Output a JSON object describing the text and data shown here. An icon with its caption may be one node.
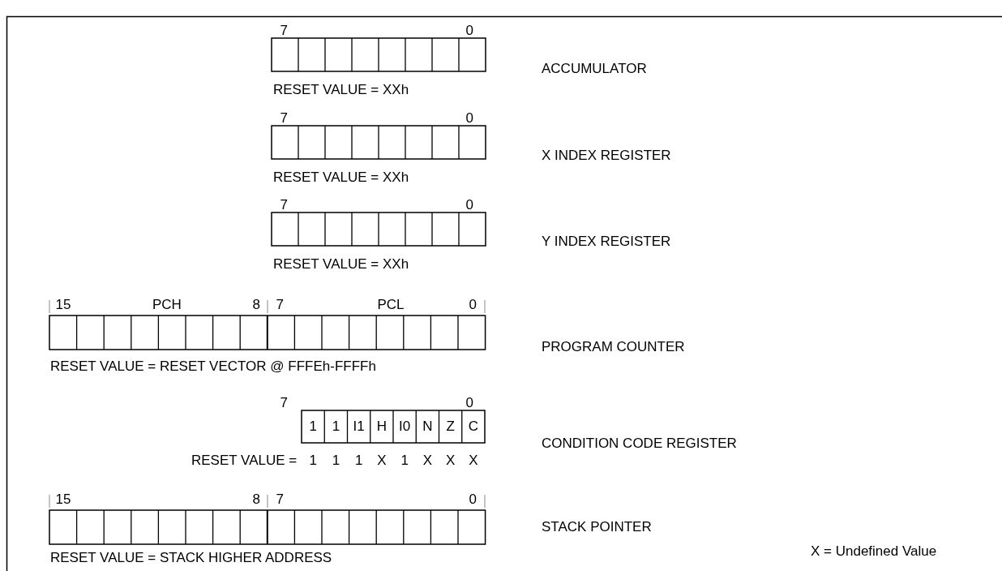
{
  "diagram": {
    "labels": [
      "7",
      "0",
      "ACCUMULATOR",
      "RESET VALUE = XXh",
      "7",
      "0",
      "X INDEX REGISTER",
      "RESET VALUE = XXh",
      "7",
      "0",
      "Y INDEX REGISTER",
      "RESET VALUE = XXh",
      "15",
      "PCH",
      "8",
      "7",
      "PCL",
      "0",
      "PROGRAM COUNTER",
      "RESET VALUE = RESET VECTOR @ FFFEh-FFFFh",
      "7",
      "0",
      "1",
      "1",
      "I1",
      "H",
      "I0",
      "N",
      "Z",
      "C",
      "CONDITION CODE REGISTER",
      "RESET VALUE =",
      "1",
      "1",
      "1",
      "X",
      "1",
      "X",
      "X",
      "X",
      "15",
      "8",
      "7",
      "0",
      "STACK POINTER",
      "RESET VALUE = STACK HIGHER ADDRESS",
      "X = Undefined Value"
    ]
  }
}
